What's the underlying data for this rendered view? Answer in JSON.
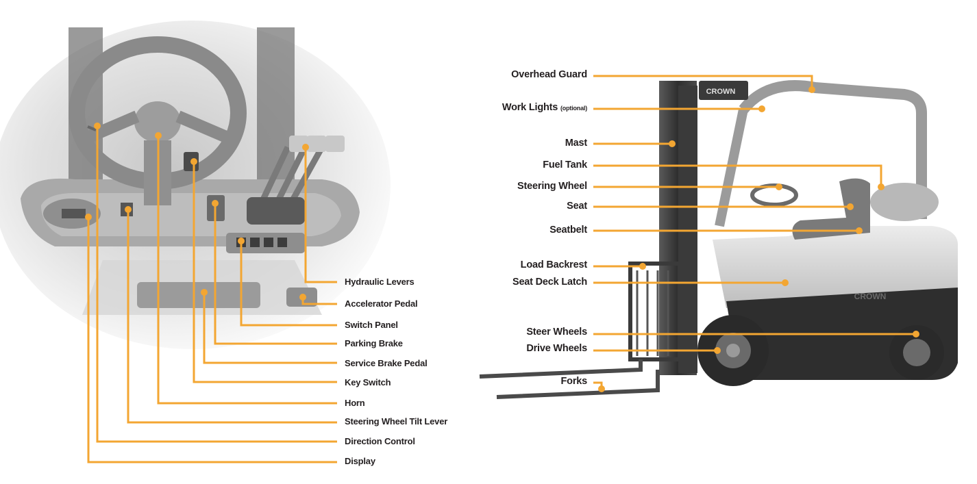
{
  "cab_labels": [
    {
      "id": "hydraulic-levers",
      "text": "Hydraulic Levers"
    },
    {
      "id": "accelerator-pedal",
      "text": "Accelerator Pedal"
    },
    {
      "id": "switch-panel",
      "text": "Switch Panel"
    },
    {
      "id": "parking-brake",
      "text": "Parking Brake"
    },
    {
      "id": "service-brake-pedal",
      "text": "Service Brake Pedal"
    },
    {
      "id": "key-switch",
      "text": "Key Switch"
    },
    {
      "id": "horn",
      "text": "Horn"
    },
    {
      "id": "steering-wheel-tilt-lever",
      "text": "Steering Wheel Tilt Lever"
    },
    {
      "id": "direction-control",
      "text": "Direction Control"
    },
    {
      "id": "display",
      "text": "Display"
    }
  ],
  "truck_labels": [
    {
      "id": "overhead-guard",
      "text": "Overhead Guard"
    },
    {
      "id": "work-lights",
      "text": "Work Lights",
      "note": "(optional)"
    },
    {
      "id": "mast",
      "text": "Mast"
    },
    {
      "id": "fuel-tank",
      "text": "Fuel Tank"
    },
    {
      "id": "steering-wheel",
      "text": "Steering Wheel"
    },
    {
      "id": "seat",
      "text": "Seat"
    },
    {
      "id": "seatbelt",
      "text": "Seatbelt"
    },
    {
      "id": "load-backrest",
      "text": "Load Backrest"
    },
    {
      "id": "seat-deck-latch",
      "text": "Seat Deck Latch"
    },
    {
      "id": "steer-wheels",
      "text": "Steer Wheels"
    },
    {
      "id": "drive-wheels",
      "text": "Drive Wheels"
    },
    {
      "id": "forks",
      "text": "Forks"
    }
  ],
  "brand": "CROWN",
  "colors": {
    "leader": "#f3a632",
    "text": "#231f20",
    "body": "#cfcfcf",
    "dark": "#3a3a3a"
  }
}
